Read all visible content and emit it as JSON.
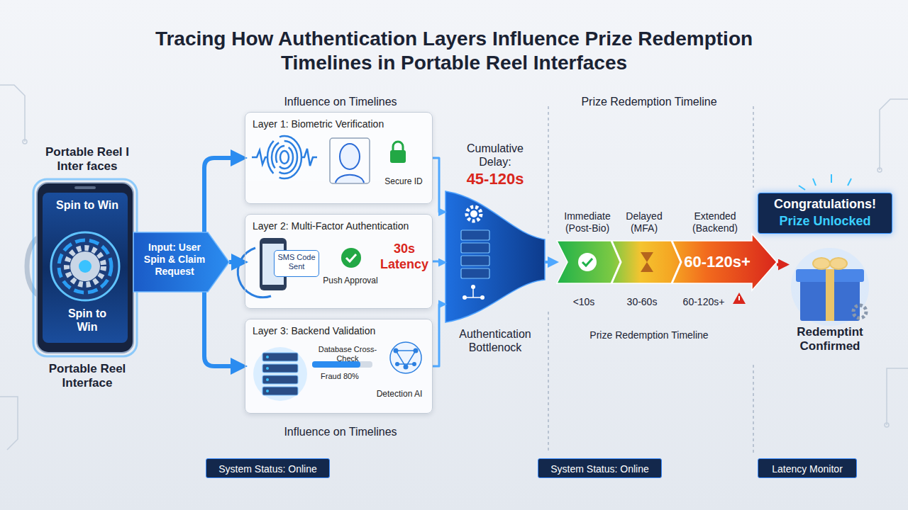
{
  "diagram": {
    "title": "Tracing How Authentication Layers Influence Prize Redemption Timelines in Portable Reel Interfaces",
    "nodes": [
      {
        "text": [
          "Portable Reel I Inter faces",
          "Spin to Win",
          "Spin to Win",
          "Portable Reel Interface"
        ]
      },
      {
        "text": [
          "Input: User Spin & Claim Request"
        ]
      },
      {
        "text": [
          "Layer 1: Biometric Verification",
          "Secure ID"
        ]
      },
      {
        "text": [
          "Layer 2: Multi-Factor Authentication",
          "Push Approval",
          "30s Latency"
        ]
      },
      {
        "text": [
          "SMS Code Sent"
        ],
        "in": 3
      },
      {
        "text": [
          "Layer 3: Backend Validation",
          "Database Cross-Check",
          "Fraud 80%",
          "Detection AI"
        ]
      },
      {
        "text": [
          "Cumulative Delay:",
          "45-120s",
          "Authentication Bottlenock"
        ]
      },
      {
        "text": [
          "60-120s+"
        ]
      },
      {
        "text": [
          "Congratulations!",
          "Prize Unlocked"
        ]
      },
      {
        "text": [
          "Redemptint Confirmed"
        ]
      },
      {
        "text": [
          "System Status: Online"
        ]
      },
      {
        "text": [
          "System Status: Online"
        ]
      },
      {
        "text": [
          "Latency Monitor"
        ]
      }
    ],
    "edges": [
      {
        "from": 1,
        "to": 2,
        "arrow": "to"
      },
      {
        "from": 1,
        "to": 3,
        "arrow": "to"
      },
      {
        "from": 1,
        "to": 5,
        "arrow": "to"
      },
      {
        "from": 2,
        "to": 6,
        "arrow": "to"
      },
      {
        "from": 3,
        "to": 6,
        "arrow": "to"
      },
      {
        "from": 5,
        "to": 6,
        "arrow": "to"
      },
      {
        "from": 6,
        "to": 7,
        "arrow": "to"
      },
      {
        "from": 7,
        "to": 9,
        "arrow": "to"
      }
    ],
    "labels": [
      "Influence on Timelines",
      "Prize Redemption Timeline",
      "Immediate (Post-Bio)",
      "Delayed (MFA)",
      "Extended (Backend)",
      "<10s",
      "30-60s",
      "60-120s+",
      "Prize Redemption Timeline",
      "Influence on Timelines"
    ]
  }
}
